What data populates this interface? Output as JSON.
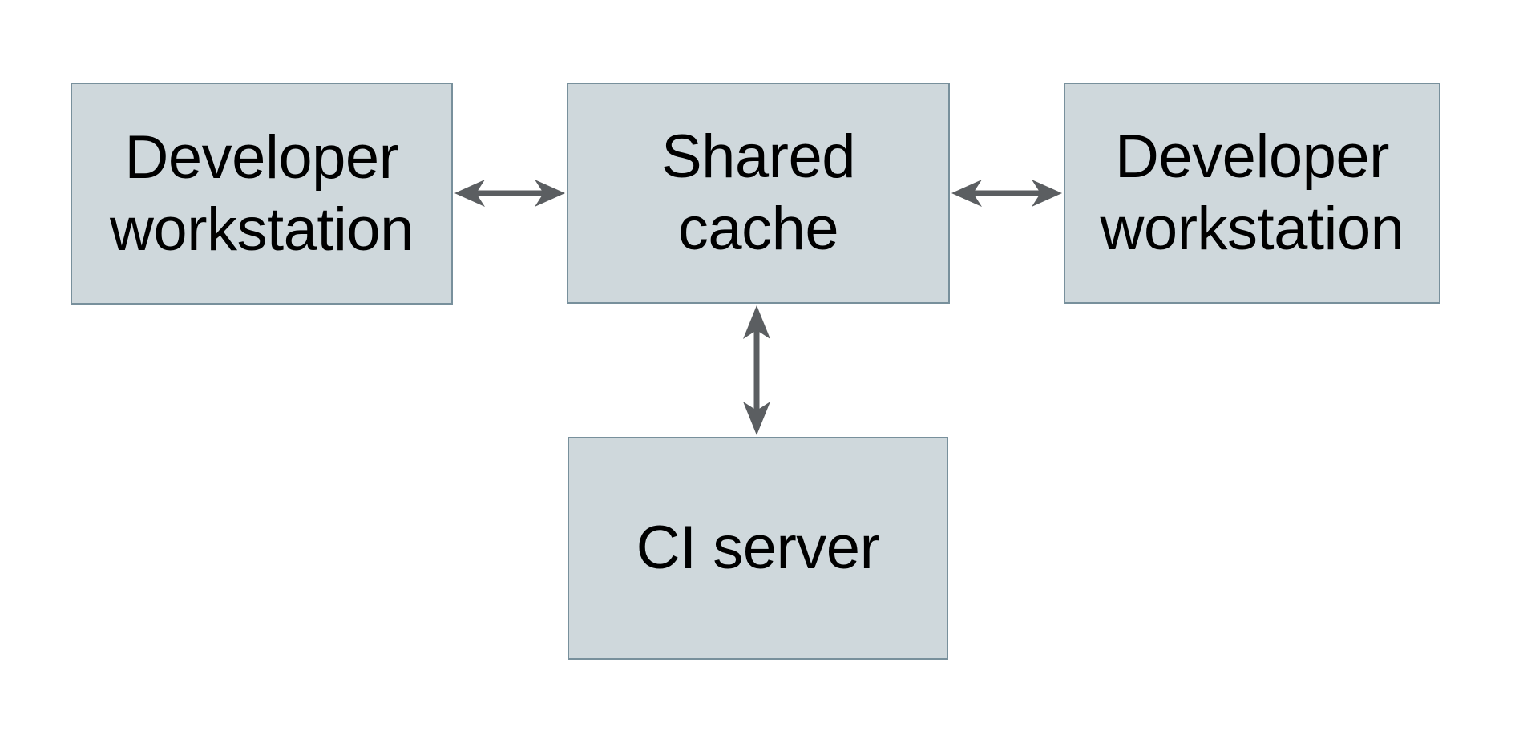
{
  "diagram": {
    "nodes": [
      {
        "id": "developer-workstation-left",
        "label": "Developer\nworkstation"
      },
      {
        "id": "shared-cache",
        "label": "Shared\ncache"
      },
      {
        "id": "developer-workstation-right",
        "label": "Developer\nworkstation"
      },
      {
        "id": "ci-server",
        "label": "CI server"
      }
    ],
    "edges": [
      {
        "from": "developer-workstation-left",
        "to": "shared-cache",
        "type": "bidirectional-arrow",
        "orientation": "horizontal"
      },
      {
        "from": "developer-workstation-right",
        "to": "shared-cache",
        "type": "bidirectional-arrow",
        "orientation": "horizontal"
      },
      {
        "from": "ci-server",
        "to": "shared-cache",
        "type": "bidirectional-arrow",
        "orientation": "vertical"
      }
    ]
  },
  "colors": {
    "background": "#ffffff",
    "node_fill": "#cfd8dc",
    "node_border": "#78909c",
    "arrow": "#5b5e61",
    "text": "#000000"
  }
}
